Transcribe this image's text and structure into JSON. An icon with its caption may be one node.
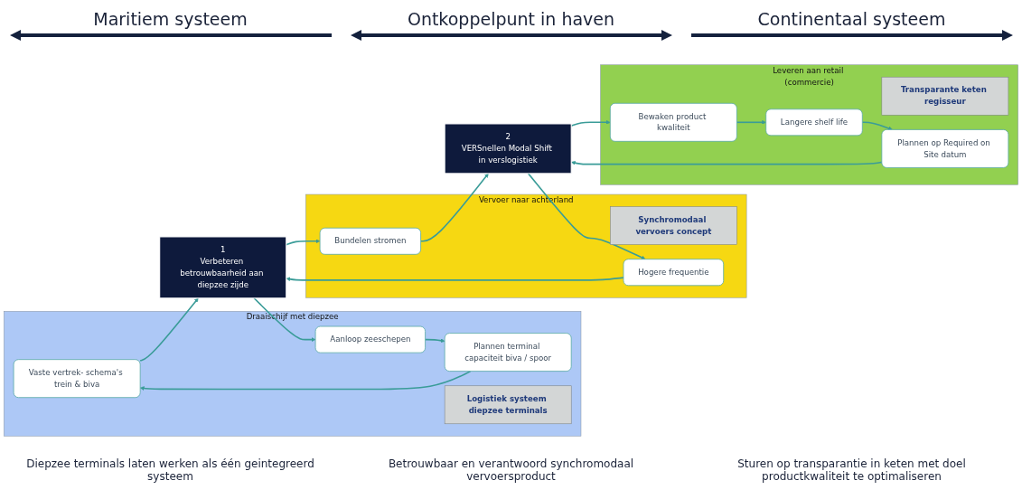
{
  "diagram": {
    "nodes": [
      {
        "text": [
          "Draaischijf met diepzee"
        ]
      },
      {
        "text": [
          "Vaste vertrek- schema's trein & biva"
        ],
        "in": 0
      },
      {
        "text": [
          "Plannen terminal capaciteit biva / spoor"
        ],
        "in": 0
      },
      {
        "text": [
          "Logistiek systeem diepzee terminals"
        ],
        "in": 0
      },
      {
        "text": [
          "Aanloop zeeschepen"
        ],
        "in": 0
      },
      {
        "text": [
          "1",
          "Verbeteren betrouwbaarheid aan diepzee zijde"
        ]
      },
      {
        "text": [
          "Vervoer naar achterland"
        ]
      },
      {
        "text": [
          "Bundelen stromen"
        ],
        "in": 6
      },
      {
        "text": [
          "Synchromodaal vervoers concept"
        ],
        "in": 6
      },
      {
        "text": [
          "Hogere frequentie"
        ],
        "in": 6
      },
      {
        "text": [
          "2",
          "VERSnellen Modal Shift in verslogistiek"
        ]
      },
      {
        "text": [
          "Leveren aan retail (commercie)"
        ]
      },
      {
        "text": [
          "Bewaken product kwaliteit"
        ],
        "in": 11
      },
      {
        "text": [
          "Transparante keten regisseur"
        ],
        "in": 11
      },
      {
        "text": [
          "Langere shelf life"
        ],
        "in": 11
      },
      {
        "text": [
          "Plannen op Required on Site datum"
        ],
        "in": 11
      }
    ],
    "edges": [
      {
        "from": 2,
        "to": 1,
        "arrow": "to"
      },
      {
        "from": 1,
        "to": 5,
        "arrow": "to"
      },
      {
        "from": 5,
        "to": 4,
        "arrow": "to"
      },
      {
        "from": 4,
        "to": 2,
        "arrow": "to"
      },
      {
        "from": 5,
        "to": 7,
        "arrow": "to"
      },
      {
        "from": 7,
        "to": 10,
        "arrow": "to"
      },
      {
        "from": 10,
        "to": 9,
        "arrow": "to"
      },
      {
        "from": 9,
        "to": 5,
        "arrow": "to"
      },
      {
        "from": 10,
        "to": 12,
        "arrow": "to"
      },
      {
        "from": 12,
        "to": 14,
        "arrow": "to"
      },
      {
        "from": 14,
        "to": 15,
        "arrow": "to"
      },
      {
        "from": 15,
        "to": 10,
        "arrow": "to"
      }
    ],
    "labels": [
      "Maritiem systeem",
      "Ontkoppelpunt in haven",
      "Continentaal systeem",
      "Diepzee terminals laten werken als één geintegreerd systeem",
      "Betrouwbaar en verantwoord synchromodaal vervoersproduct",
      "Sturen op transparantie in keten met doel productkwaliteit te optimaliseren"
    ]
  }
}
